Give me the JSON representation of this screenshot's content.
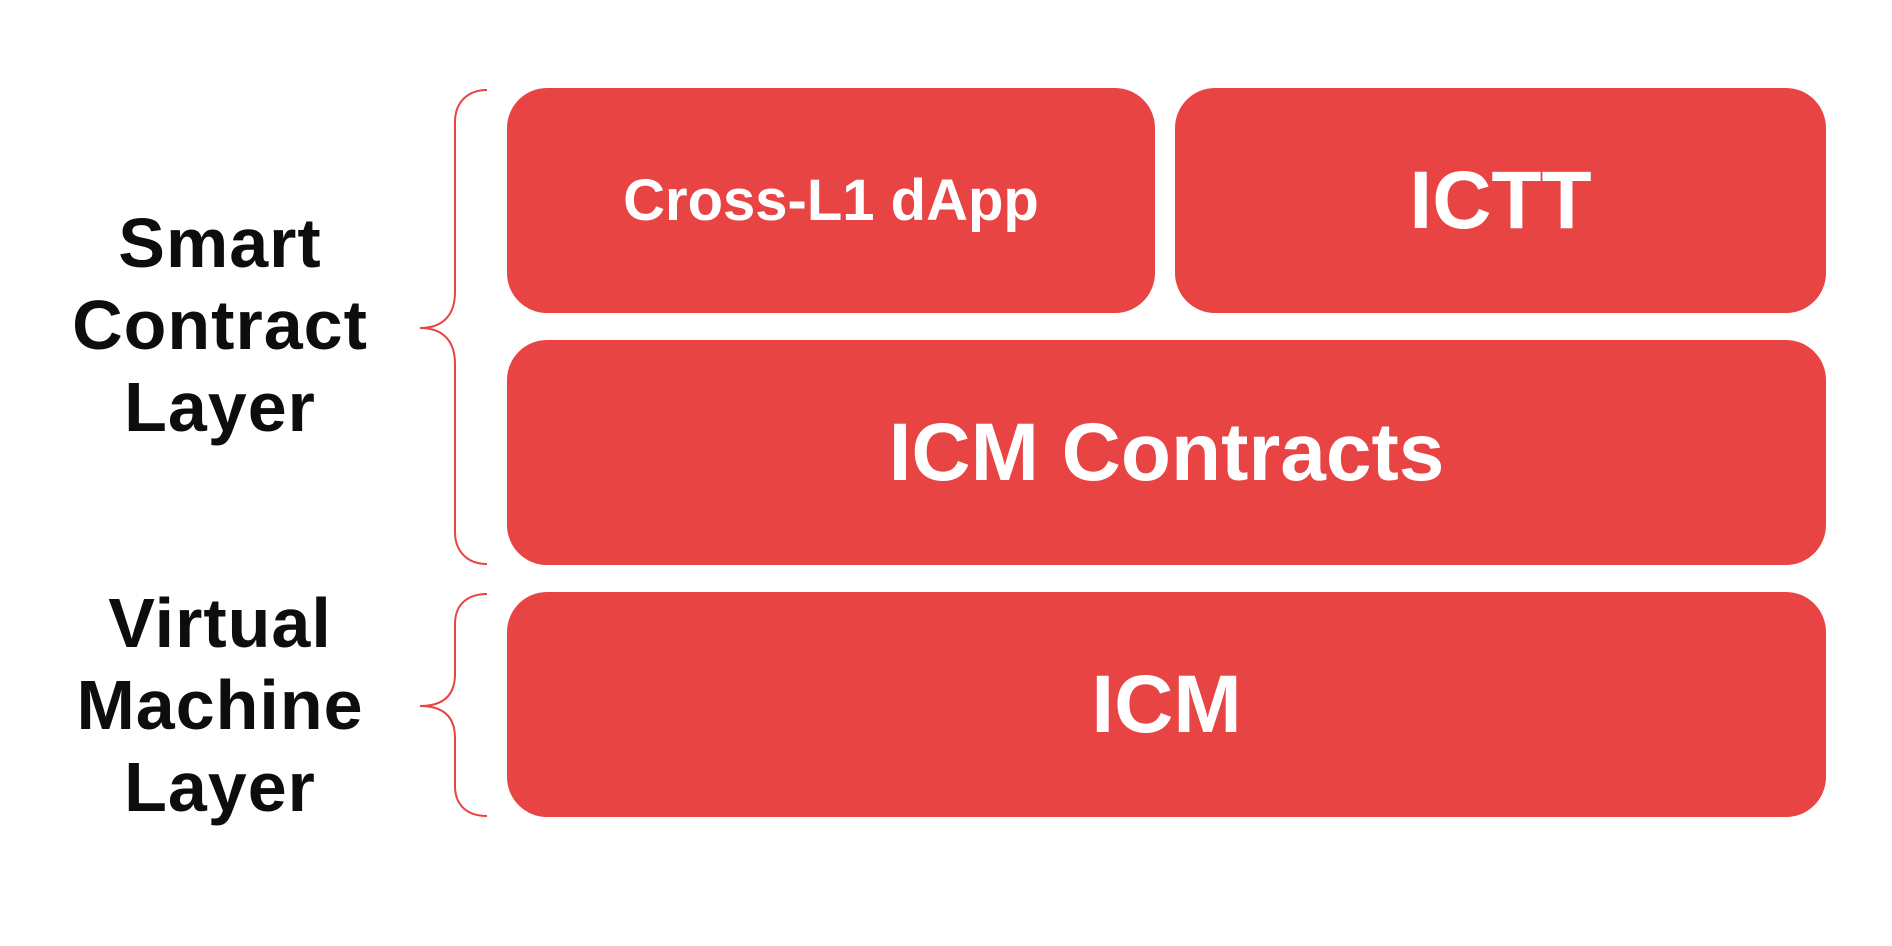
{
  "layers": {
    "smart_contract": {
      "label_lines": [
        "Smart",
        "Contract",
        "Layer"
      ]
    },
    "virtual_machine": {
      "label_lines": [
        "Virtual",
        "Machine",
        "Layer"
      ]
    }
  },
  "boxes": {
    "cross_l1_dapp": "Cross-L1 dApp",
    "ictt": "ICTT",
    "icm_contracts": "ICM Contracts",
    "icm": "ICM"
  },
  "colors": {
    "box_fill": "#e84444",
    "box_text": "#ffffff",
    "label_text": "#0d0d0d",
    "brace_stroke": "#e84444"
  }
}
